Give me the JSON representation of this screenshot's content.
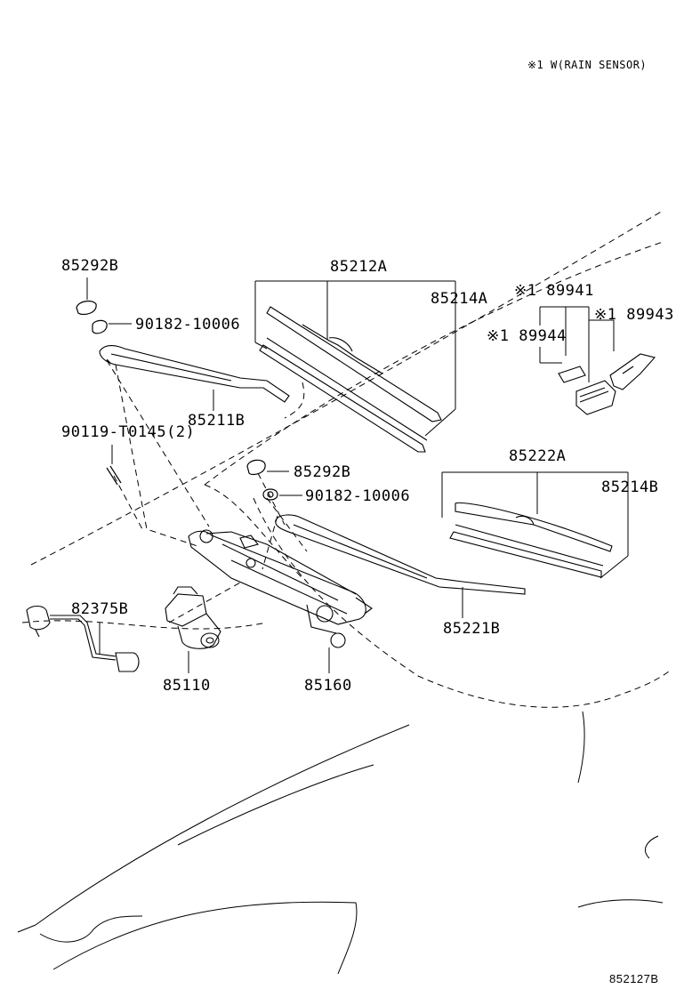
{
  "note": "※1 W(RAIN SENSOR)",
  "diagram_id": "852127B",
  "parts": {
    "p85292B_a": "85292B",
    "p90182_a": "90182-10006",
    "p85212A": "85212A",
    "p85214A": "85214A",
    "p85211B": "85211B",
    "p90119": "90119-T0145(2)",
    "p85292B_b": "85292B",
    "p90182_b": "90182-10006",
    "p89941": "※1 89941",
    "p89943": "※1 89943",
    "p89944": "※1 89944",
    "p85222A": "85222A",
    "p85214B": "85214B",
    "p82375B": "82375B",
    "p85110": "85110",
    "p85160": "85160",
    "p85221B": "85221B"
  }
}
